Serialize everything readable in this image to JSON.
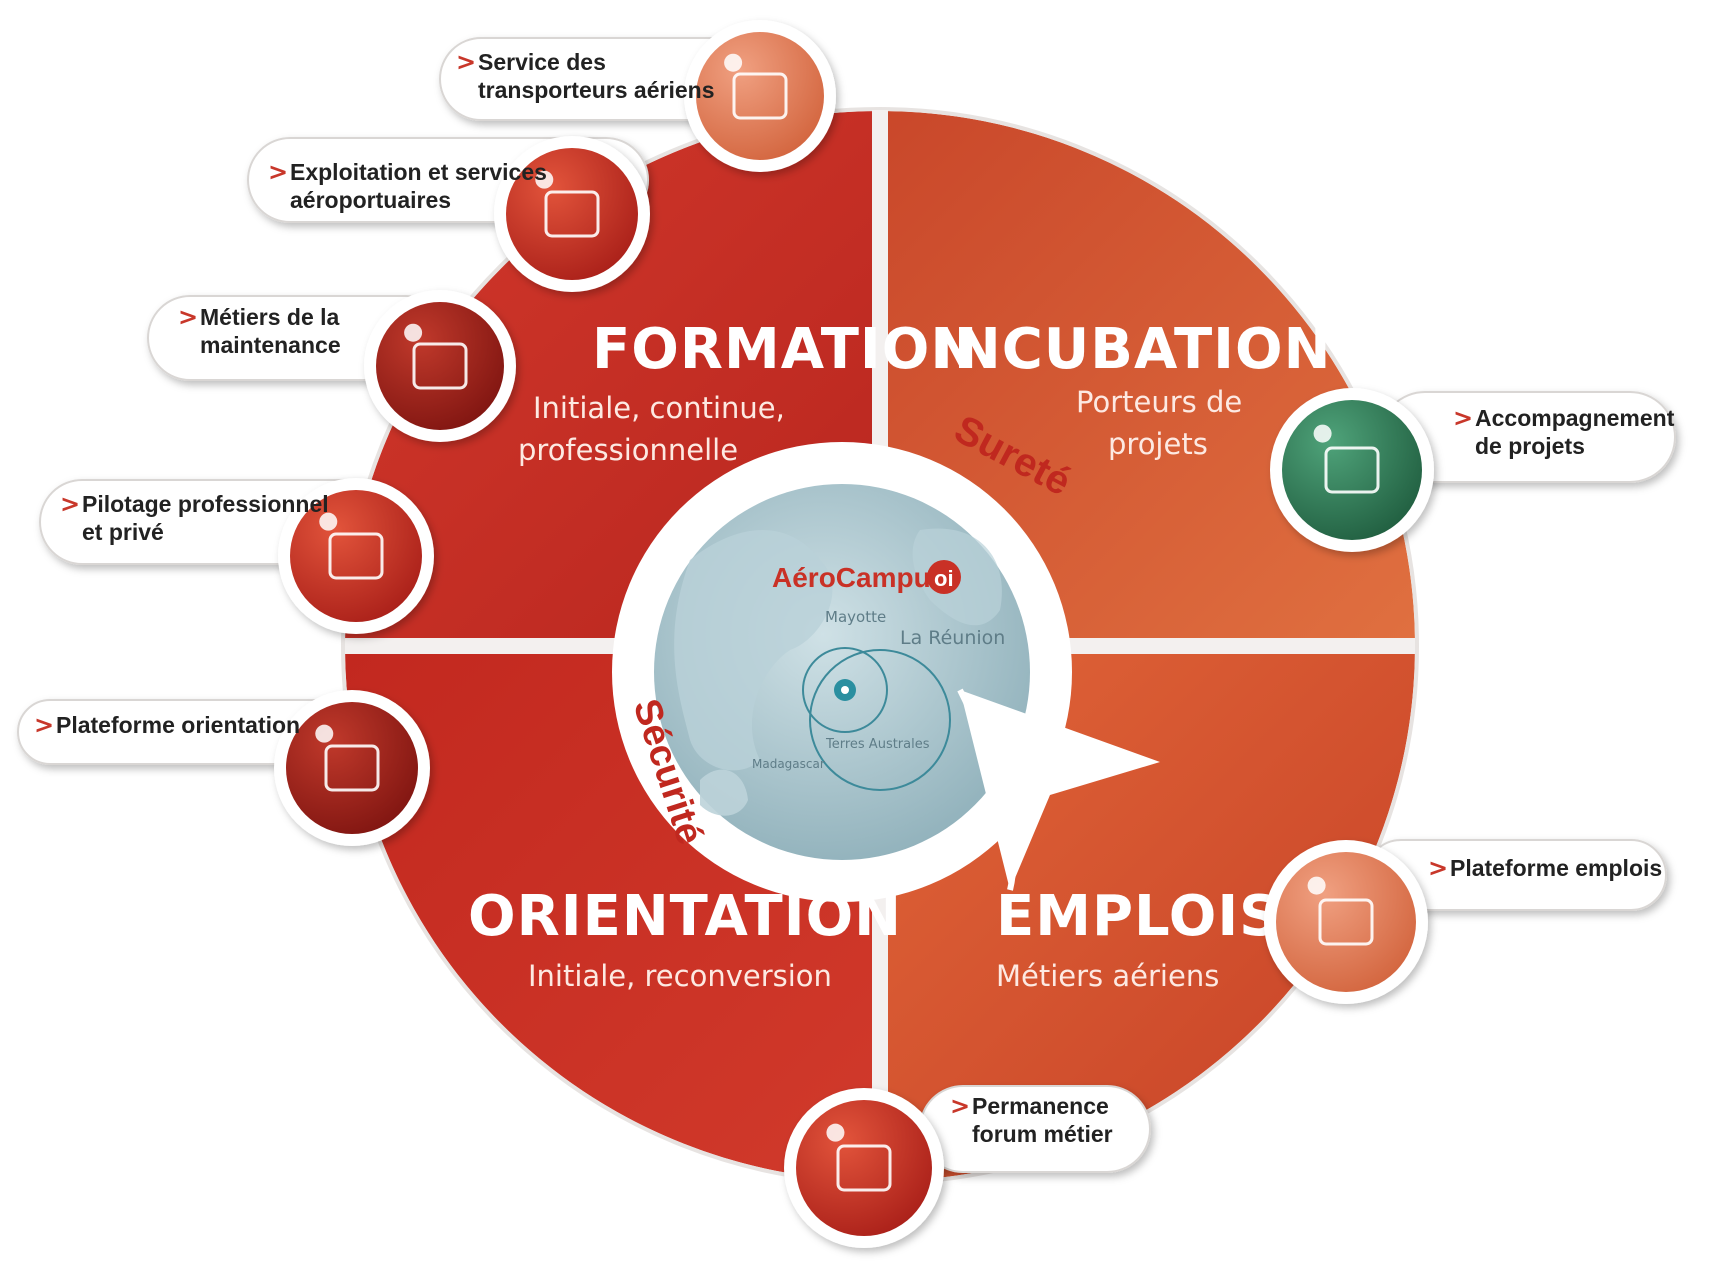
{
  "quadrants": {
    "formation": {
      "title": "FORMATION",
      "line1": "Initiale, continue,",
      "line2": "professionnelle"
    },
    "incubation": {
      "title": "INCUBATION",
      "line1": "Porteurs de",
      "line2": "projets"
    },
    "orientation": {
      "title": "ORIENTATION",
      "line1": "Initiale, reconversion"
    },
    "emplois": {
      "title": "EMPLOIS",
      "line1": "Métiers aériens"
    }
  },
  "ring": {
    "surete": "Sureté",
    "securite": "Sécurité"
  },
  "center": {
    "brand": "AéroCampus",
    "brand_mark": "oi",
    "labels": {
      "mayotte": "Mayotte",
      "reunion": "La Réunion",
      "terres": "Terres Australes",
      "madagascar": "Madagascar"
    }
  },
  "callouts": {
    "service": {
      "line1": "Service des",
      "line2": "transporteurs aériens",
      "icon": "passenger-service-icon"
    },
    "exploitation": {
      "line1": "Exploitation et services",
      "line2": "aéroportuaires",
      "icon": "runway-icon"
    },
    "maintenance": {
      "line1": "Métiers de la",
      "line2": "maintenance",
      "icon": "maintenance-icon"
    },
    "pilotage": {
      "line1": "Pilotage professionnel",
      "line2": "et privé",
      "icon": "pilot-cap-icon"
    },
    "orientation": {
      "line1": "Plateforme orientation",
      "icon": "directions-icon"
    },
    "accompagnement": {
      "line1": "Accompagnement",
      "line2": "de projets",
      "icon": "blueprint-icon"
    },
    "emplois": {
      "line1": "Plateforme emplois",
      "icon": "job-platform-icon"
    },
    "permanence": {
      "line1": "Permanence",
      "line2": "forum métier",
      "icon": "forum-icon"
    }
  },
  "chevron": ">",
  "colors": {
    "formation": "#c93126",
    "incubation": "#d65a2f",
    "orientation": "#c42f25",
    "emplois": "#d0532c",
    "accent_green": "#2c7a54",
    "globe": "#a9c6cf"
  }
}
